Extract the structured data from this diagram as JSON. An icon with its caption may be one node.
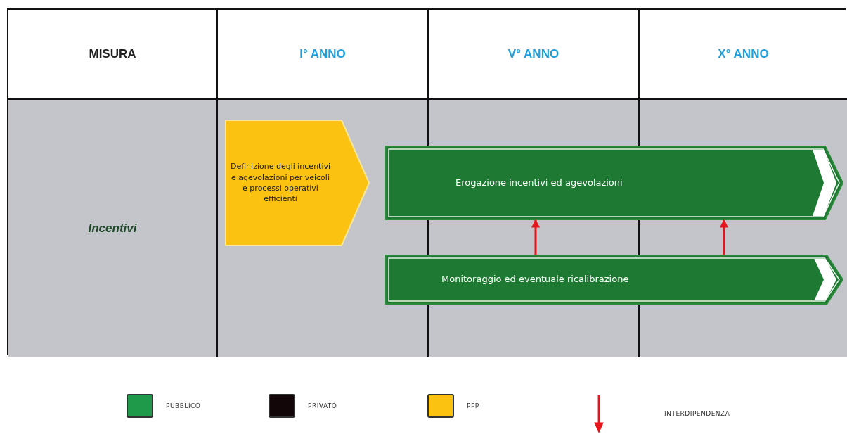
{
  "diagram": {
    "nodes": [
      {
        "text": [
          "Definizione degli incentivi e agevolazioni per veicoli e processi operativi efficienti"
        ]
      },
      {
        "text": [
          "Erogazione incentivi ed agevolazioni"
        ]
      },
      {
        "text": [
          "Monitoraggio ed eventuale ricalibrazione"
        ]
      }
    ],
    "edges": [
      {
        "from": 2,
        "to": 1,
        "arrow": "to",
        "color": "#e8141c"
      },
      {
        "from": 2,
        "to": 1,
        "arrow": "to",
        "color": "#e8141c"
      }
    ],
    "labels": [
      "MISURA",
      "I° ANNO",
      "V° ANNO",
      "X° ANNO",
      "Incentivi"
    ],
    "legend": [
      {
        "text": "PUBBLICO",
        "color": "#1e9a4a"
      },
      {
        "text": "PRIVATO",
        "color": "#120608"
      },
      {
        "text": "PPP",
        "color": "#fcc212"
      },
      {
        "text": "INTERDIPENDENZA"
      }
    ]
  }
}
